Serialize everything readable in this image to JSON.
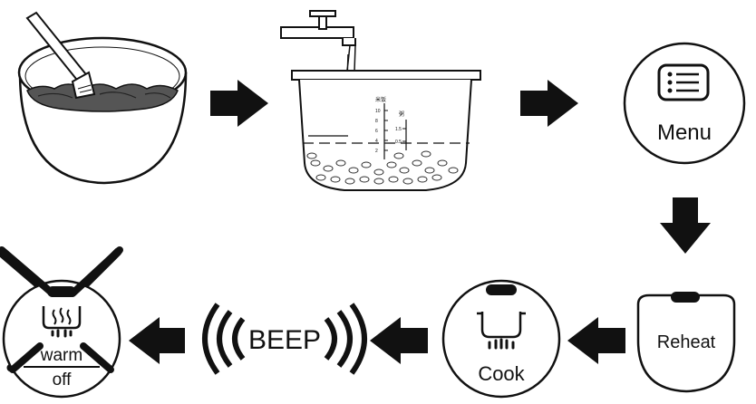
{
  "steps": {
    "menu_label": "Menu",
    "reheat_label": "Reheat",
    "cook_label": "Cook",
    "beep_label": "BEEP",
    "warm_label": "warm",
    "off_label": "off"
  },
  "pot_scale": {
    "left_title": "米饭",
    "right_title": "粥",
    "left_ticks": [
      "10",
      "8",
      "6",
      "4",
      "2"
    ],
    "right_ticks": [
      "1.5",
      "0.5"
    ]
  },
  "icons": [
    "stirring-spatula-icon",
    "water-tap-icon",
    "menu-list-icon",
    "arrow-right-icon",
    "arrow-down-icon",
    "arrow-left-icon",
    "reheat-button-icon",
    "cook-pot-icon",
    "beep-soundwave-icon",
    "keep-warm-icon"
  ],
  "colors": {
    "ink": "#111111",
    "rice": "#555555",
    "background": "#ffffff"
  }
}
